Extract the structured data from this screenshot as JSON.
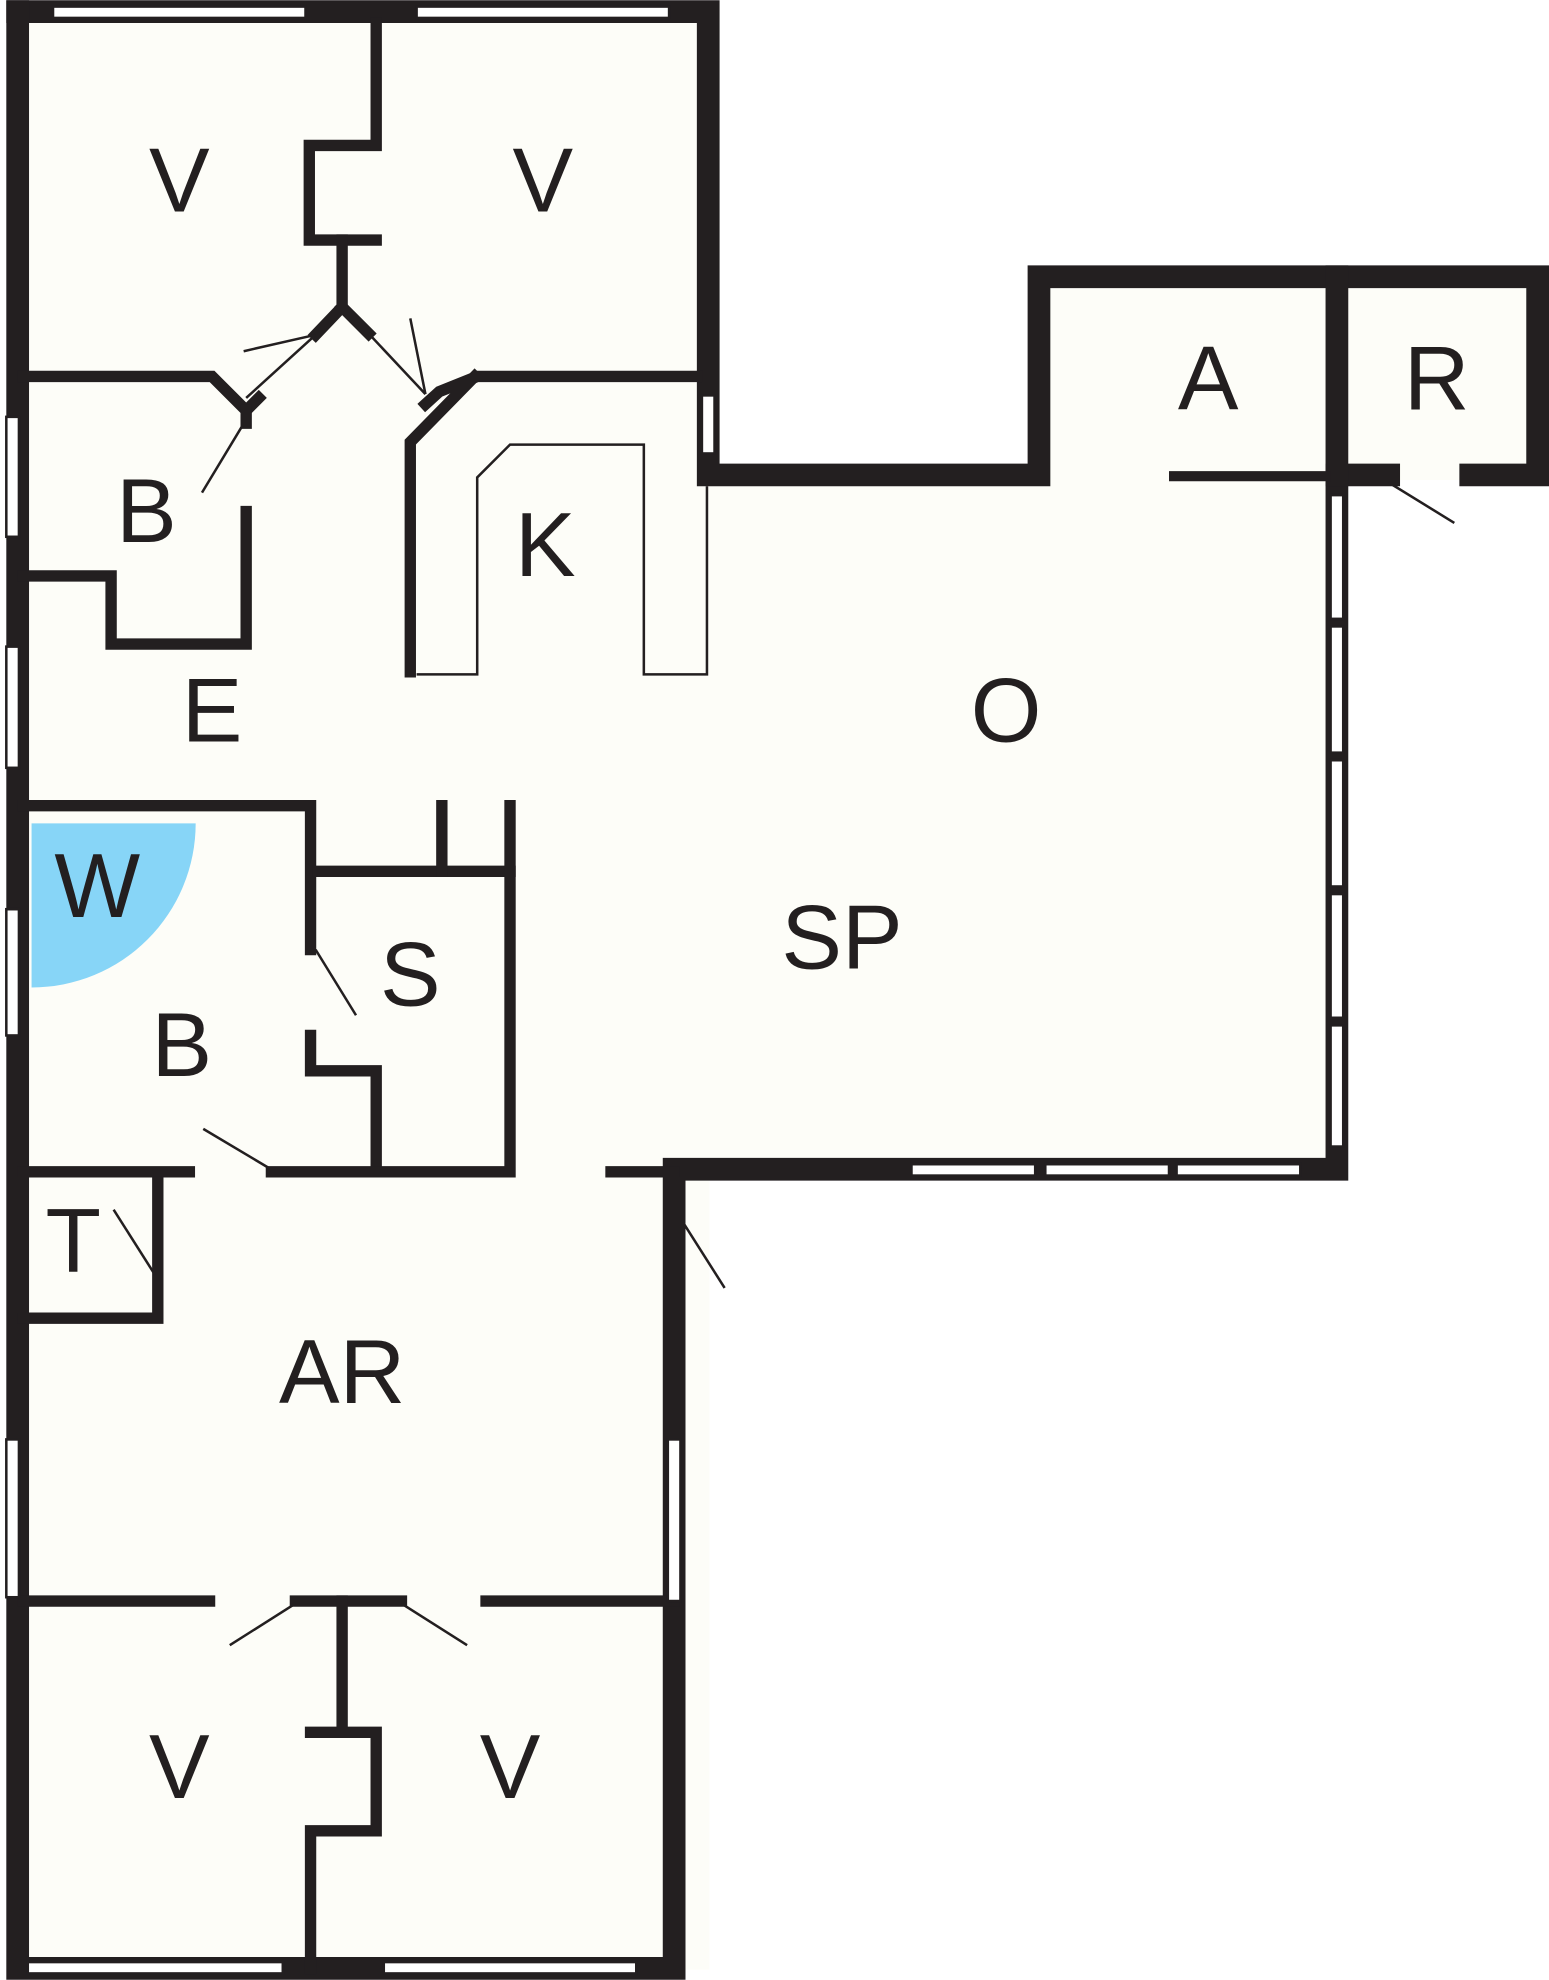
{
  "floor_plan": {
    "rooms": [
      {
        "id": "v1",
        "label": "V"
      },
      {
        "id": "v2",
        "label": "V"
      },
      {
        "id": "b1",
        "label": "B"
      },
      {
        "id": "k",
        "label": "K"
      },
      {
        "id": "e",
        "label": "E"
      },
      {
        "id": "a",
        "label": "A"
      },
      {
        "id": "r",
        "label": "R"
      },
      {
        "id": "o",
        "label": "O"
      },
      {
        "id": "w",
        "label": "W"
      },
      {
        "id": "s",
        "label": "S"
      },
      {
        "id": "sp",
        "label": "SP"
      },
      {
        "id": "b2",
        "label": "B"
      },
      {
        "id": "t",
        "label": "T"
      },
      {
        "id": "ar",
        "label": "AR"
      },
      {
        "id": "v3",
        "label": "V"
      },
      {
        "id": "v4",
        "label": "V"
      }
    ],
    "colors": {
      "wall": "#231f20",
      "floor": "#fdfdf8",
      "washroom_highlight": "#87d5f7"
    }
  }
}
